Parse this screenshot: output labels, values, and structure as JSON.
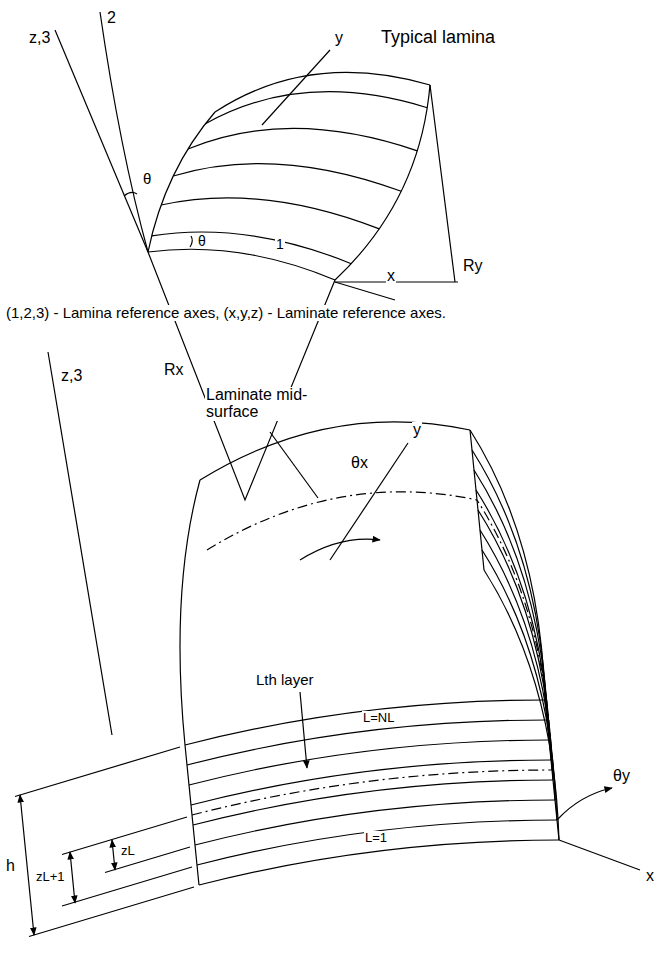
{
  "diagram": {
    "caption": "(1,2,3) - Lamina reference axes, (x,y,z) - Laminate reference axes.",
    "labels": [
      "z,3",
      "2",
      "y",
      "Typical lamina",
      "θ",
      "θ",
      "1",
      "Rx",
      "Ry",
      "x",
      "z,3",
      "Laminate mid-surface",
      "θx",
      "y",
      "Lth layer",
      "L=NL",
      "θy",
      "x",
      "h",
      "zL+1",
      "zL",
      "L=1"
    ]
  }
}
